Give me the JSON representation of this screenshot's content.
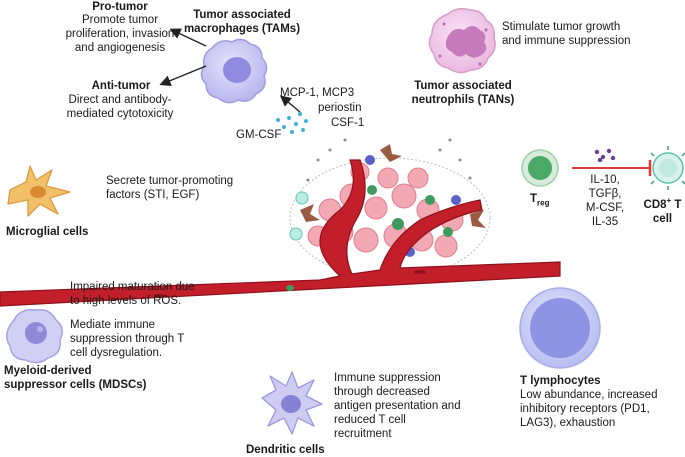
{
  "tams": {
    "title": "Tumor associated\nmacrophages (TAMs)",
    "pro_label": "Pro-tumor",
    "pro_text": "Promote tumor\nproliferation, invasion\nand angiogenesis",
    "anti_label": "Anti-tumor",
    "anti_text": "Direct and antibody-\nmediated cytotoxicity",
    "colors": {
      "cell": "#c9c8f4",
      "nucleus": "#8f8be0"
    }
  },
  "tans": {
    "title": "Tumor associated\nneutrophils (TANs)",
    "text": "Stimulate tumor growth\nand immune suppression",
    "colors": {
      "cell": "#f2c8ea",
      "nucleus": "#c77bbd"
    }
  },
  "cytokines": {
    "mcp": "MCP-1, MCP3",
    "periostin": "periostin",
    "csf1": "CSF-1",
    "gmcsf": "GM-CSF"
  },
  "microglia": {
    "label": "Microglial cells",
    "text": "Secrete tumor-promoting\nfactors (STI, EGF)",
    "colors": {
      "cell": "#f3c06a",
      "nucleus": "#d98a2f"
    }
  },
  "treg": {
    "label": "T",
    "sub": "reg",
    "factors": "IL-10,\nTGFβ,\nM-CSF,\nIL-35",
    "target_label": "CD8",
    "target_sup": "+",
    "target_suffix": " T\ncell",
    "colors": {
      "cell": "#4aa868",
      "inhibit": "#e03a3a",
      "cd8": "#c9eee4"
    }
  },
  "mdsc": {
    "label": "Myeloid-derived\nsuppressor cells (MDSCs)",
    "text1": "Impaired maturation due\nto high levels of ROS.",
    "text2": "Mediate immune\nsuppression through T\ncell dysregulation.",
    "colors": {
      "cell": "#d2cff5",
      "nucleus": "#8e8ad8"
    }
  },
  "dendritic": {
    "label": "Dendritic cells",
    "text": "Immune suppression\nthrough decreased\nantigen presentation and\nreduced T cell\nrecruitment",
    "colors": {
      "cell": "#cfcbf2",
      "nucleus": "#8781d6"
    }
  },
  "tlymph": {
    "label": "T lymphocytes",
    "text": "Low abundance, increased\ninhibitory receptors (PD1,\nLAG3), exhaustion",
    "colors": {
      "cell": "#c7cbf4",
      "nucleus": "#8d94e4"
    }
  },
  "tumor": {
    "colors": {
      "vessel": "#c21f2a",
      "vessel_dark": "#8f111b",
      "cell": "#f2a9b3",
      "green": "#3e9a5f",
      "blue": "#5a62c9",
      "brown": "#9a5b43"
    }
  }
}
